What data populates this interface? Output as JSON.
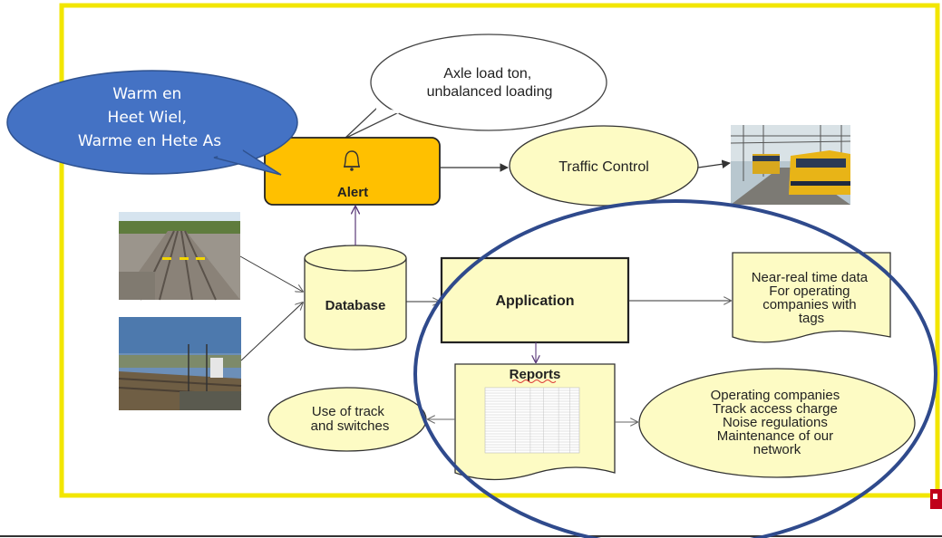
{
  "callout_alert_types": [
    "Warm en",
    "Heet Wiel,",
    "Warme en Hete As"
  ],
  "thought_bubble": [
    "Axle load ton,",
    "unbalanced loading"
  ],
  "alert": {
    "label": "Alert",
    "icon": "bell-icon"
  },
  "traffic_control": "Traffic Control",
  "database": "Database",
  "application": "Application",
  "near_real_time": [
    "Near-real time data",
    "For operating",
    "companies with",
    "tags"
  ],
  "reports": "Reports",
  "use_of_track": [
    "Use of track",
    "and switches"
  ],
  "operating_companies": [
    "Operating companies",
    "Track access charge",
    "Noise regulations",
    "Maintenance of our",
    "network"
  ],
  "images": [
    "railway-track-photo",
    "trackside-equipment-photo",
    "trains-photo",
    "report-table-thumbnail"
  ],
  "colors": {
    "frame": "#f2e600",
    "node_fill": "#fdfbc4",
    "alert_fill": "#ffc000",
    "callout_fill": "#4472c4",
    "highlight_ellipse": "#2f4a8c",
    "edge": "#333333",
    "alert_edge": "#5b3a79"
  }
}
